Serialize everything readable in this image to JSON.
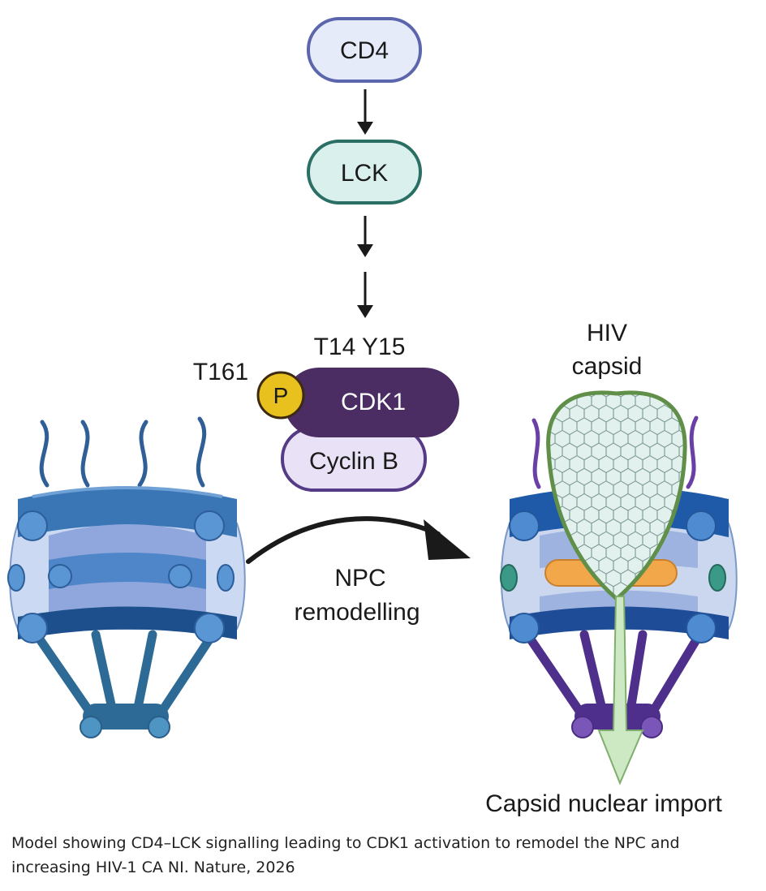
{
  "nodes": {
    "cd4": "CD4",
    "lck": "LCK",
    "cdk1": "CDK1",
    "cyclin_b": "Cyclin B",
    "phospho": "P"
  },
  "labels": {
    "t14_y15": "T14 Y15",
    "t161": "T161",
    "hiv_line1": "HIV",
    "hiv_line2": "capsid",
    "npc_line1": "NPC",
    "npc_line2": "remodelling",
    "import": "Capsid nuclear import"
  },
  "caption": {
    "line1": "Model showing CD4–LCK signalling leading to CDK1 activation to remodel the NPC and",
    "line2": "increasing HIV-1 CA NI. Nature, 2026"
  },
  "colors": {
    "cd4_fill": "#e6ebfa",
    "cd4_stroke": "#5b66ad",
    "lck_fill": "#d9f0ec",
    "lck_stroke": "#2a6e64",
    "cdk1_fill": "#4b2d63",
    "cyclin_fill": "#e9e2f6",
    "cyclin_stroke": "#553a86",
    "phospho_fill": "#e9c11f",
    "npc_blue": "#3a76b6",
    "npc_purple": "#5c3a93",
    "capsid_stroke": "#5f8f48",
    "import_arrow": "#cde9c4"
  }
}
